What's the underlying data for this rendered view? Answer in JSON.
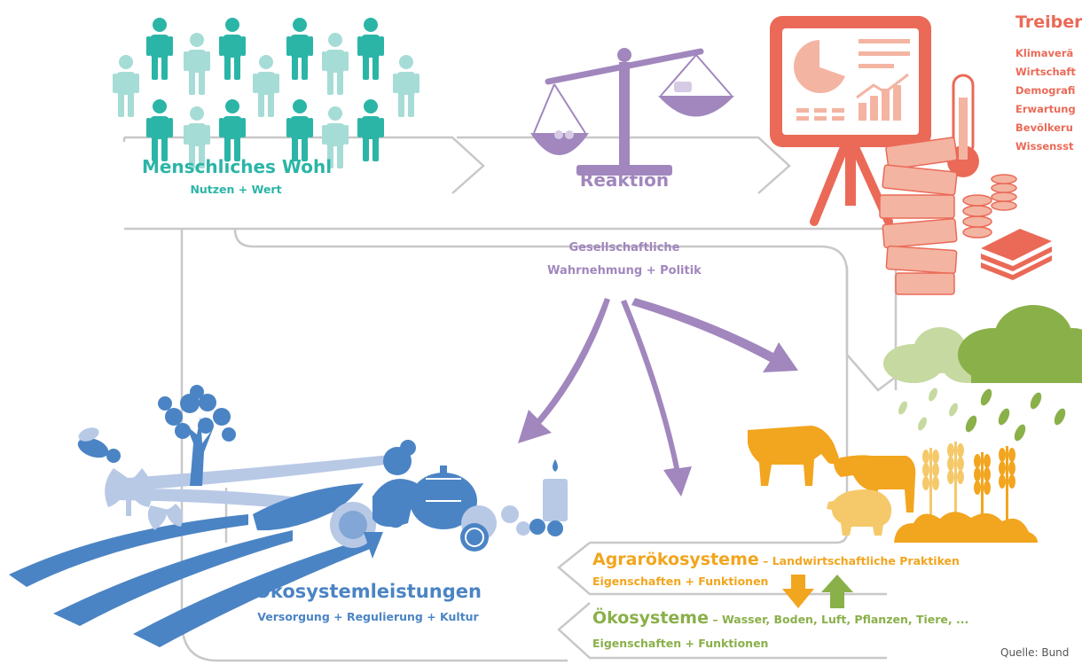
{
  "menschliches_wohl": {
    "title": "Menschliches Wohl",
    "subtitle": "Nutzen + Wert"
  },
  "reaktion": {
    "title": "Reaktion",
    "subtitle_line1": "Gesellschaftliche",
    "subtitle_line2": "Wahrnehmung + Politik"
  },
  "treiber": {
    "title": "Treiber",
    "items": [
      "Klimaverä",
      "Wirtschaft",
      "Demografi",
      "Erwartung",
      "Bevölkeru",
      "Wissensst"
    ]
  },
  "oekosystemleistungen": {
    "title": "Ökosystemleistungen",
    "subtitle": "Versorgung + Regulierung + Kultur"
  },
  "agraroekosysteme": {
    "title": "Agrarökosysteme",
    "title_suffix": " – Landwirtschaftliche Praktiken",
    "subtitle": "Eigenschaften + Funktionen"
  },
  "oekosysteme": {
    "title": "Ökosysteme",
    "title_suffix": " – Wasser, Boden, Luft, Pflanzen, Tiere, ...",
    "subtitle": "Eigenschaften + Funktionen"
  },
  "source": "Quelle: Bund",
  "colors": {
    "teal": "#2bb5a7",
    "teal_light": "#a6dcd6",
    "purple": "#a187bd",
    "coral": "#ea6a57",
    "salmon": "#f4b4a2",
    "blue": "#4b84c4",
    "blue_light": "#b8c9e6",
    "orange": "#f2a51e",
    "green": "#8ab04a",
    "grey_line": "#c8c8c8"
  },
  "icons": [
    "person-icon",
    "scale-icon",
    "presentation-board-icon",
    "thermometer-icon",
    "books-icon",
    "coins-icon",
    "money-stack-icon",
    "cloud-icon",
    "rain-icon",
    "wheat-icon",
    "cow-icon",
    "pig-icon",
    "tree-icon",
    "bee-icon",
    "plant-icon",
    "vegetables-icon",
    "arrow-down-icon",
    "arrow-up-icon"
  ]
}
